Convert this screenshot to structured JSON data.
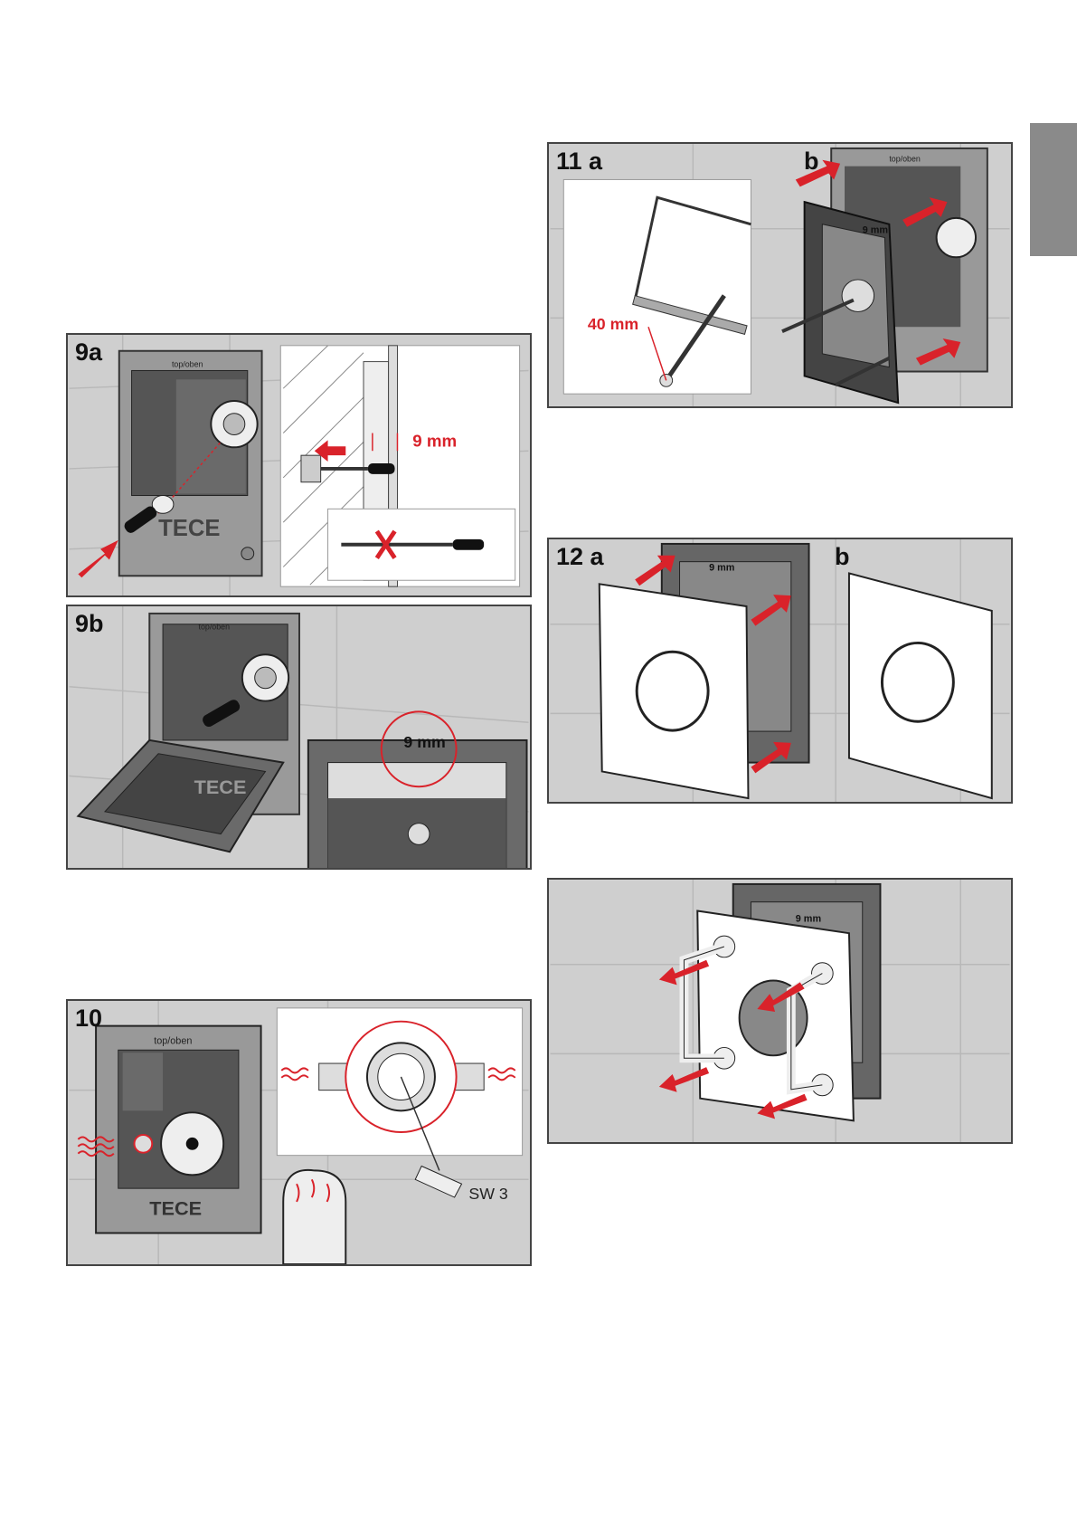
{
  "side_tab_color": "#8a8a8a",
  "accent_color": "#d9222a",
  "panels": {
    "p9a": {
      "step": "9a",
      "dimension": "9 mm",
      "frame_label": "top/oben",
      "brand": "TECE"
    },
    "p9b": {
      "step": "9b",
      "dimension": "9 mm",
      "frame_label": "top/oben",
      "brand": "TECE"
    },
    "p10": {
      "step": "10",
      "frame_label": "top/oben",
      "brand": "TECE",
      "tool_label": "SW 3"
    },
    "p11": {
      "step": "11 a",
      "step_b": "b",
      "dimension": "40 mm",
      "frame_dim": "9 mm",
      "frame_label": "top/oben"
    },
    "p12": {
      "step": "12 a",
      "step_b": "b",
      "frame_dim": "9 mm"
    },
    "p13": {
      "frame_dim": "9 mm"
    }
  }
}
